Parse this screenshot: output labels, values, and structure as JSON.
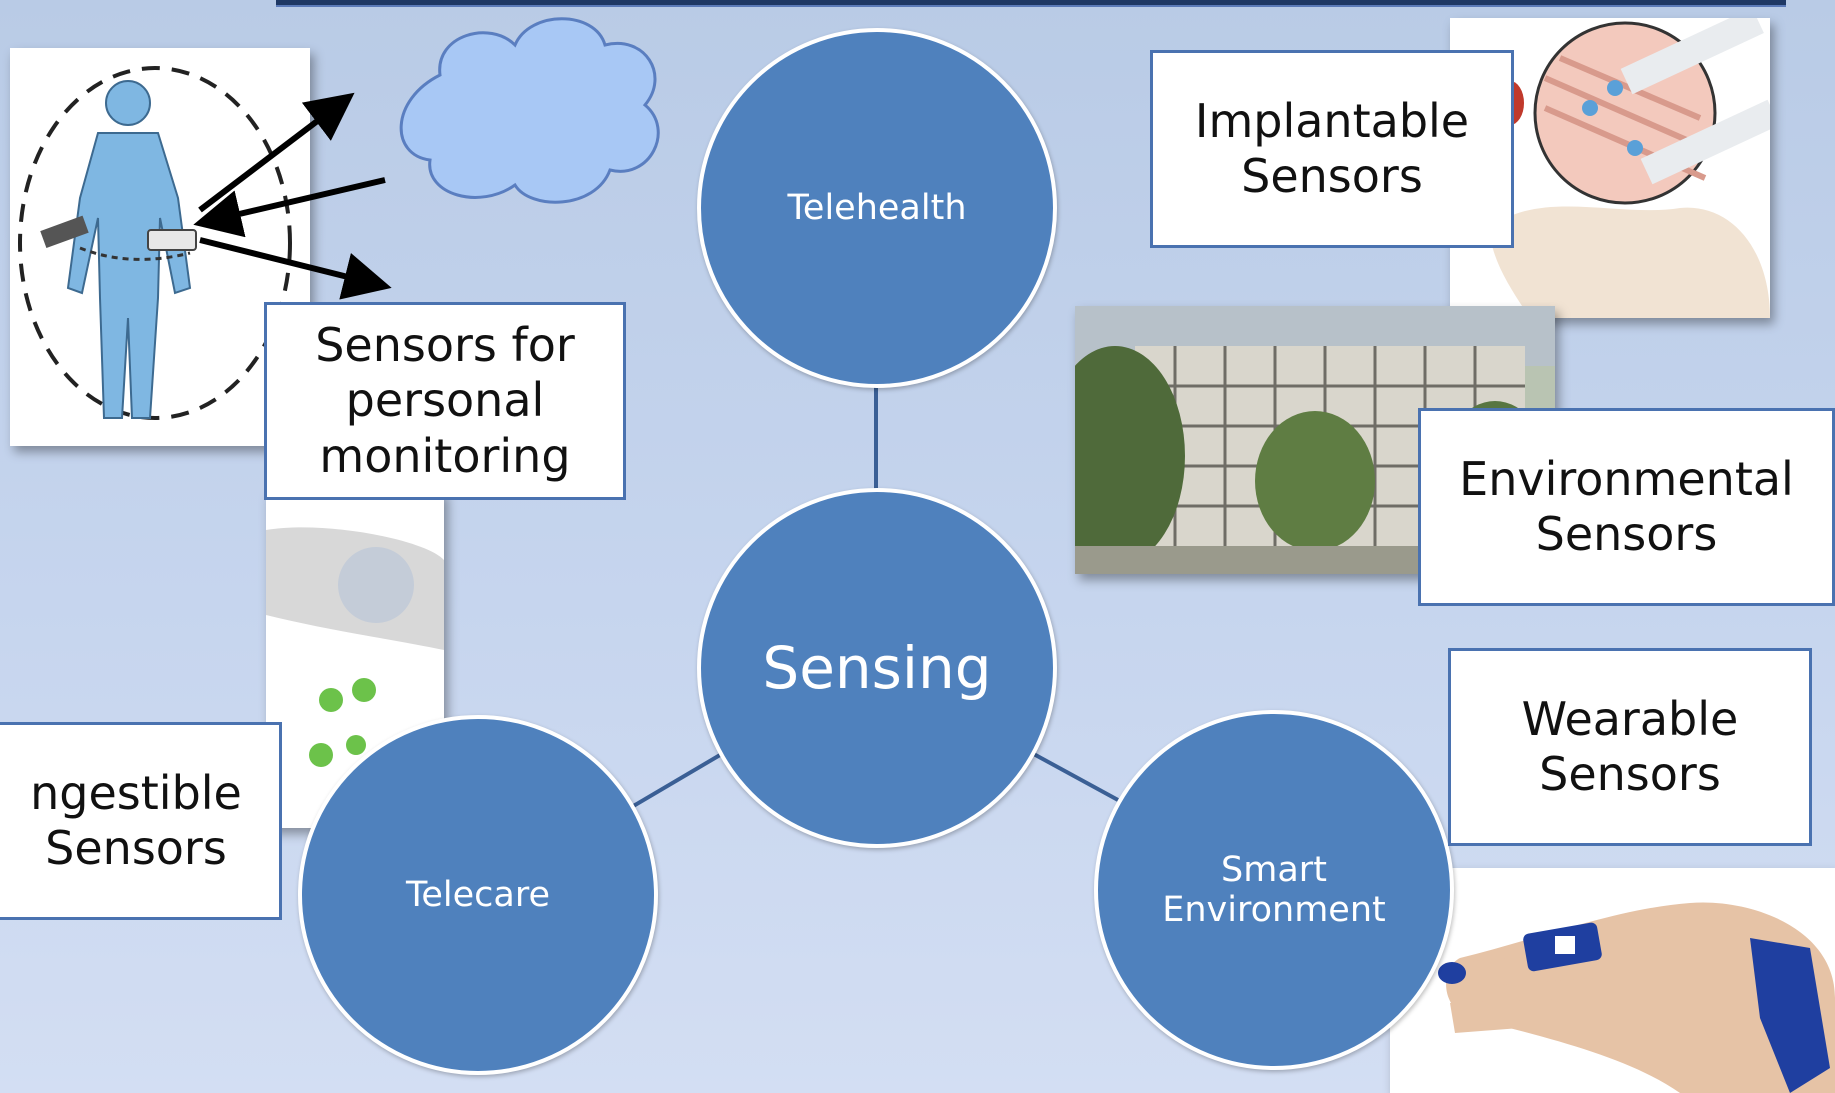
{
  "diagram": {
    "center": "Sensing",
    "nodes": {
      "telehealth": "Telehealth",
      "telecare": "Telecare",
      "smart_environment": "Smart\nEnvironment"
    },
    "labels": {
      "personal_monitoring": "Sensors for\npersonal\nmonitoring",
      "implantable": "Implantable\nSensors",
      "environmental": "Environmental\nSensors",
      "wearable": "Wearable\nSensors",
      "ingestible": "ngestible\nSensors"
    }
  },
  "colors": {
    "circle_fill": "#4f81bd",
    "box_border": "#4a72b0",
    "connector": "#3a5f95"
  }
}
